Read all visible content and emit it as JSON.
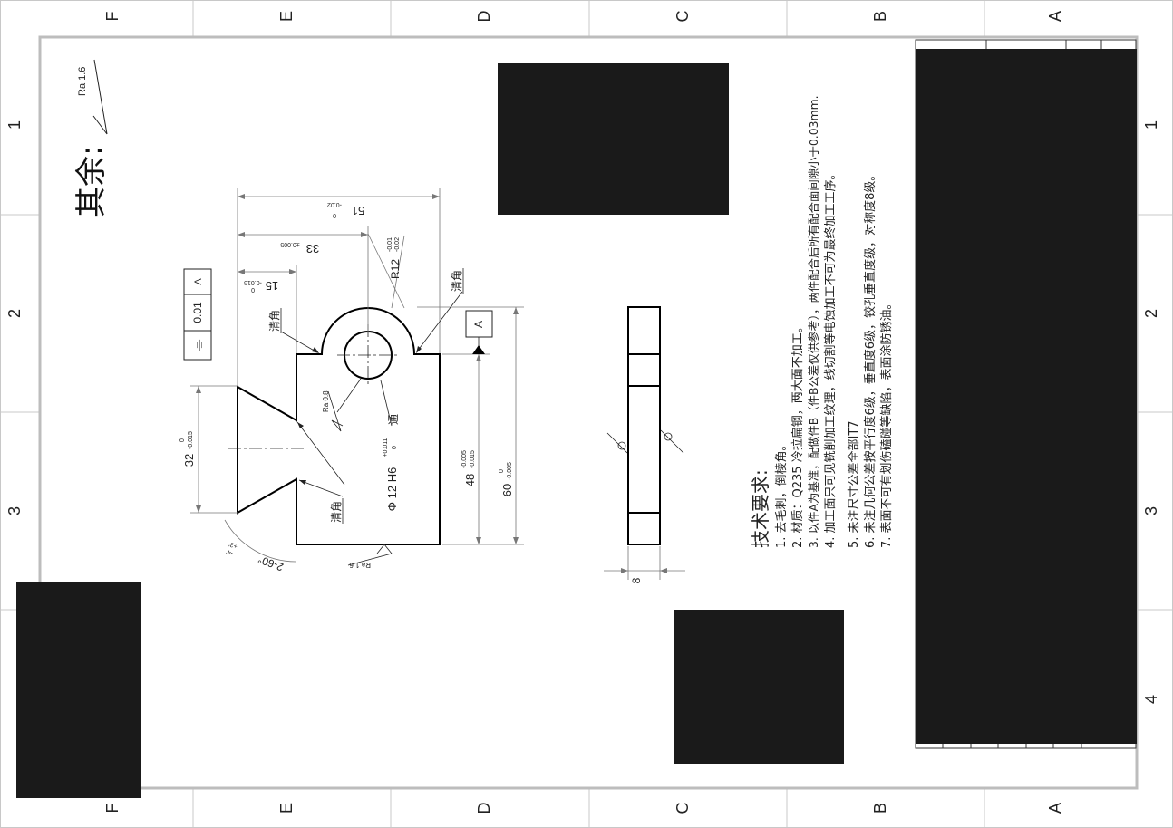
{
  "zones": {
    "columns": [
      "F",
      "E",
      "D",
      "C",
      "B",
      "A"
    ],
    "rows": [
      "1",
      "2",
      "3",
      "4"
    ]
  },
  "roughness": {
    "label": "其余:",
    "value": "Ra 1.6"
  },
  "dimensions": {
    "width_51": {
      "value": "51",
      "tol_upper": "0",
      "tol_lower": "-0.02"
    },
    "width_33": {
      "value": "33",
      "tol": "±0.005"
    },
    "width_15": {
      "value": "15",
      "tol_upper": "-0.015",
      "tol_lower": "0"
    },
    "radius_r12": {
      "value": "R12",
      "tol_upper": "-0.01",
      "tol_lower": "-0.02"
    },
    "height_32": {
      "value": "32",
      "tol_upper": "0",
      "tol_lower": "-0.015"
    },
    "hole": {
      "value": "Φ 12 H6",
      "tol_upper": "+0.011",
      "tol_lower": "0",
      "suffix": "通"
    },
    "height_48": {
      "value": "48",
      "tol_upper": "-0.005",
      "tol_lower": "-0.015"
    },
    "height_60": {
      "value": "60",
      "tol_upper": "0",
      "tol_lower": "-0.005"
    },
    "angle": {
      "value": "2-60°",
      "tol_upper": "+2'",
      "tol_lower": "-4'"
    },
    "thickness": {
      "value": "8"
    }
  },
  "corner_clear": "清角",
  "local_roughness": {
    "inner": "Ra 0.8",
    "bottom": "Ra 1.6"
  },
  "datum": "A",
  "tolerance_frame": {
    "symbol": "⌯",
    "value": "0.01",
    "datum": "A"
  },
  "tech_requirements": {
    "title": "技术要求:",
    "items": [
      "1.   去毛刺，倒棱角。",
      "2.   材质：Q235 冷拉扁钢，两大面不加工。",
      "3.   以件A为基准，配做件B（件B公差仅供参考），两件配合后所有配合面间隙小于0.03mm.",
      "4.   加工面只可见铣削加工纹理，线切割等电蚀加工不可为最终加工工序。",
      "5.   未注尺寸公差全部IT7",
      "6.   未注几何公差按平行度6级，垂直度6级，铰孔垂直度级，对称度8级。",
      "7.   表面不可有划伤磕碰等缺陷，表面涂防锈油。"
    ]
  }
}
